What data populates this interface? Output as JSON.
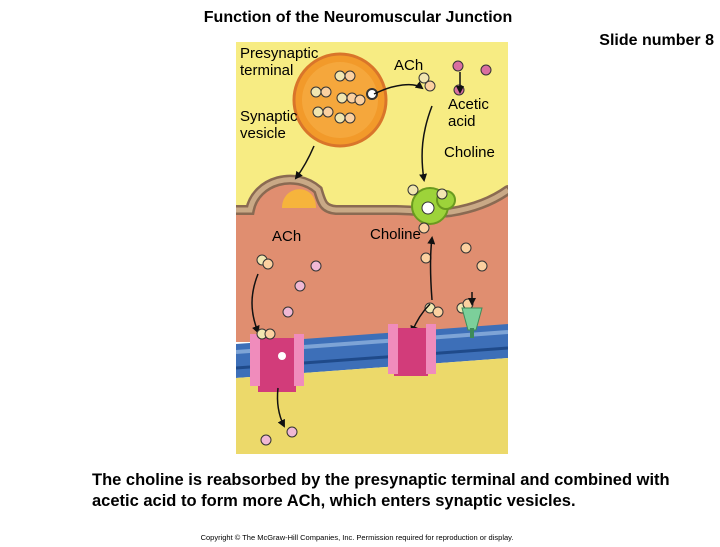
{
  "title": "Function of the Neuromuscular Junction",
  "slide_number": "Slide number 8",
  "labels": {
    "presynaptic_terminal": "Presynaptic\nterminal",
    "ach_top": "ACh",
    "acetic_acid": "Acetic\nacid",
    "synaptic_vesicle": "Synaptic\nvesicle",
    "choline_top": "Choline",
    "ach_cleft": "ACh",
    "choline_cleft": "Choline"
  },
  "caption": "The choline is reabsorbed by the presynaptic terminal and combined with acetic acid to form more ACh, which enters synaptic vesicles.",
  "copyright": "Copyright © The McGraw-Hill Companies, Inc. Permission required for reproduction or display.",
  "colors": {
    "terminal_fill": "#f7ec83",
    "membrane": "#a88a6c",
    "cleft": "#e08e70",
    "sarcolemma_blue": "#2a5ca8",
    "muscle_fill": "#ecd96a",
    "vesicle_orange": "#f29a2a",
    "enzyme_green": "#9dd33a",
    "receptor_pink": "#d23c7a"
  }
}
